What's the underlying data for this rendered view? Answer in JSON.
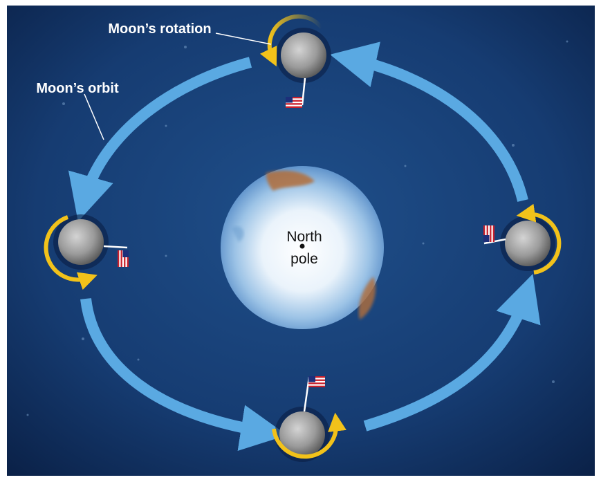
{
  "labels": {
    "rotation": "Moon’s rotation",
    "orbit": "Moon’s orbit",
    "pole_line1": "North",
    "pole_line2": "pole"
  },
  "colors": {
    "space_dark": "#0a2046",
    "space_mid": "#1f4f8a",
    "orbit_arrow": "#5aa9e2",
    "rotation_arrow": "#f2c21a",
    "label_text": "#ffffff",
    "pole_text": "#111111"
  },
  "icons": [
    "flag-icon",
    "moon-icon",
    "earth-icon",
    "rotation-arrow-icon",
    "orbit-arrow-icon"
  ]
}
